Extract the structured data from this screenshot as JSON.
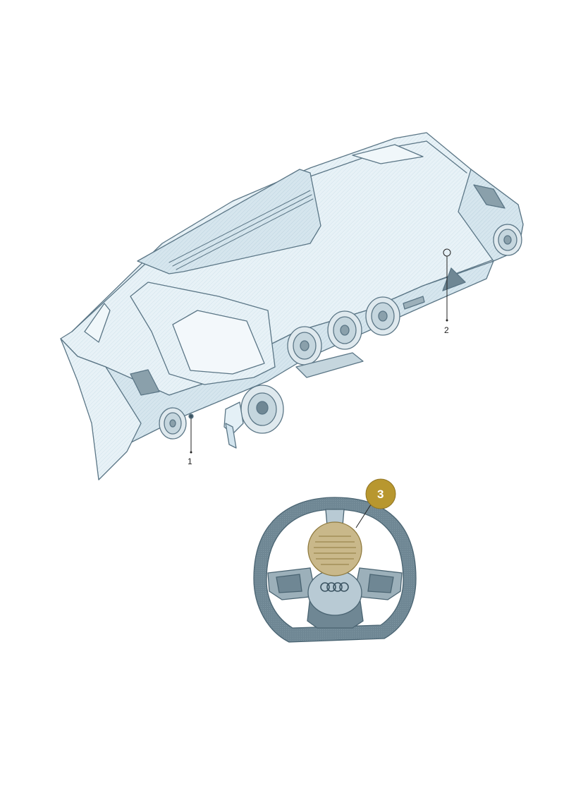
{
  "callouts": {
    "c1": {
      "label": "1"
    },
    "c2": {
      "label": "2"
    },
    "c3": {
      "label": "3"
    }
  },
  "colors": {
    "outline": "#5b7686",
    "panel_fill": "#e4f0f6",
    "panel_shade": "#d2e4ee",
    "dark_trim": "#6f8794",
    "wheel_fill": "#6f8794",
    "wheel_light": "#b8cad4",
    "highlight_fill": "#c9b88a",
    "badge": "#b8972f"
  },
  "icons": {
    "dashboard": "dashboard-illustration",
    "steering_wheel": "steering-wheel-illustration",
    "highlight": "airbag-cover-highlight"
  }
}
